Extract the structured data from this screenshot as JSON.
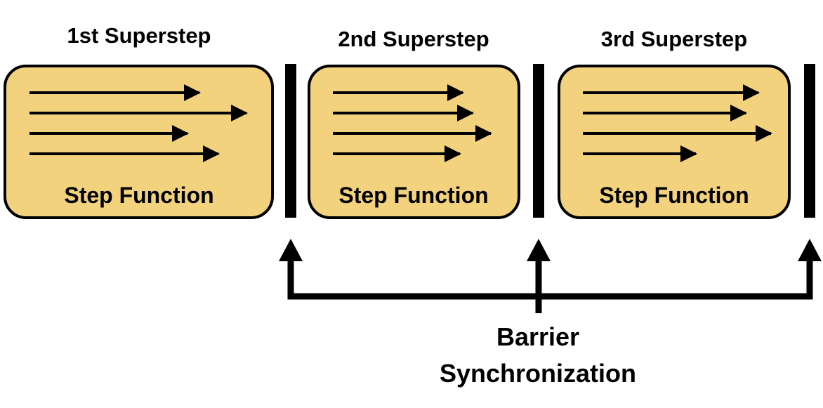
{
  "colors": {
    "box_fill": "#f2d27d",
    "stroke": "#000000",
    "background": "#ffffff"
  },
  "supersteps": [
    {
      "title": "1st Superstep",
      "function_label": "Step Function"
    },
    {
      "title": "2nd Superstep",
      "function_label": "Step Function"
    },
    {
      "title": "3rd Superstep",
      "function_label": "Step Function"
    }
  ],
  "barrier": {
    "caption_line1": "Barrier",
    "caption_line2": "Synchronization"
  }
}
